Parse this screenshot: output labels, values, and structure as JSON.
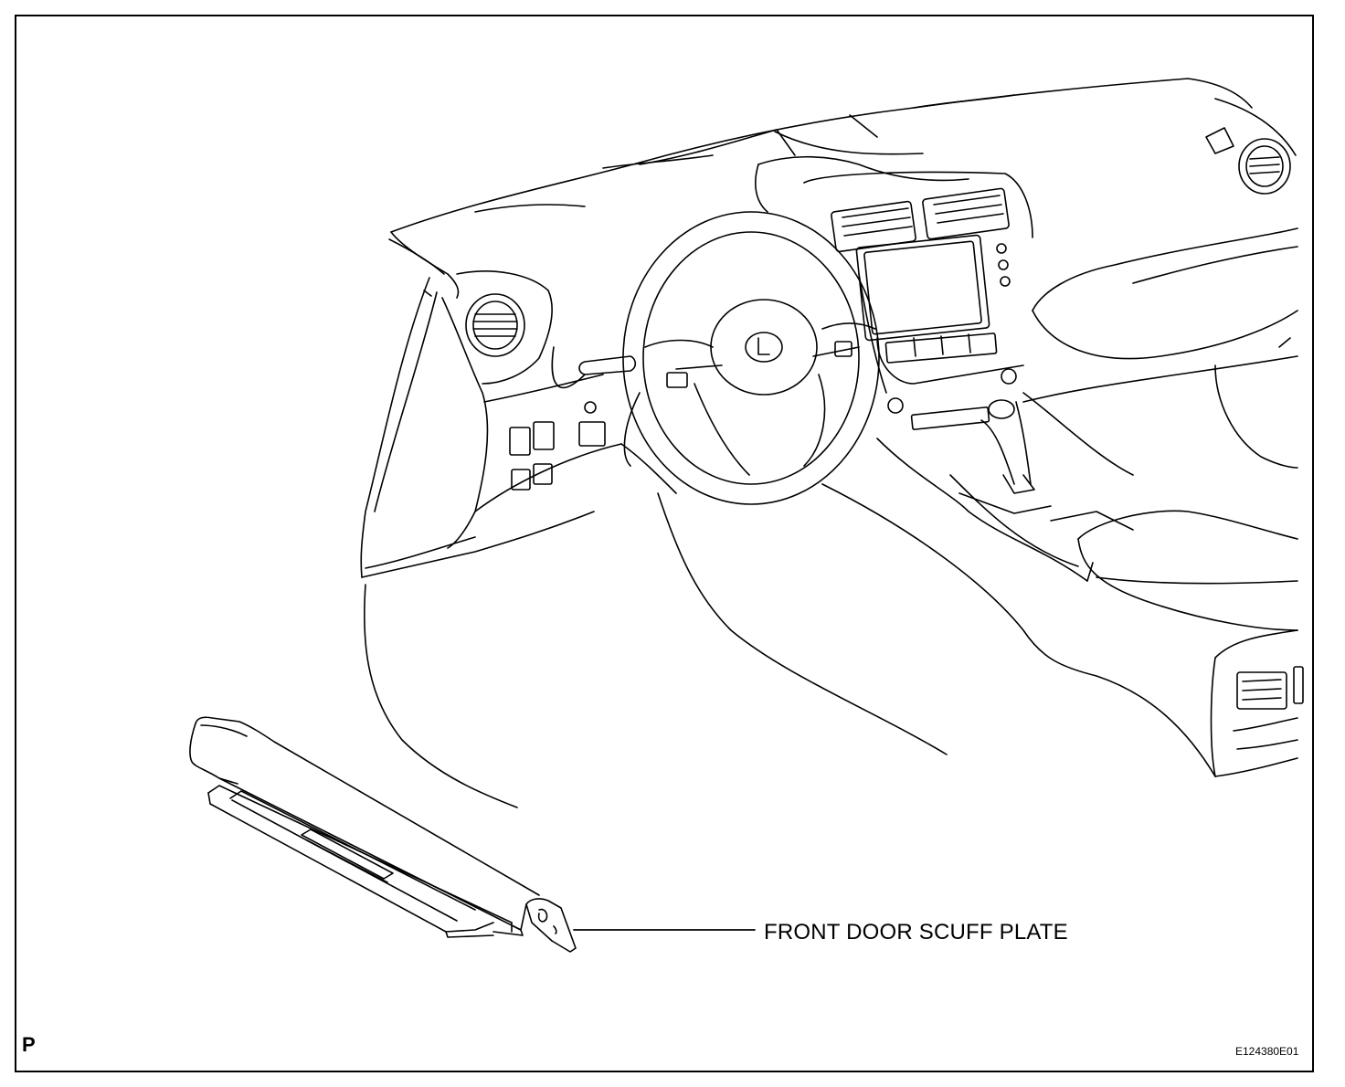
{
  "diagram": {
    "callout_label": "FRONT DOOR SCUFF PLATE",
    "view_letter": "P",
    "figure_id": "E124380E01"
  },
  "colors": {
    "ink": "#000000",
    "background": "#ffffff"
  },
  "icons": {
    "steering-wheel": "steering-wheel-icon",
    "brand-emblem": "emblem-icon"
  }
}
